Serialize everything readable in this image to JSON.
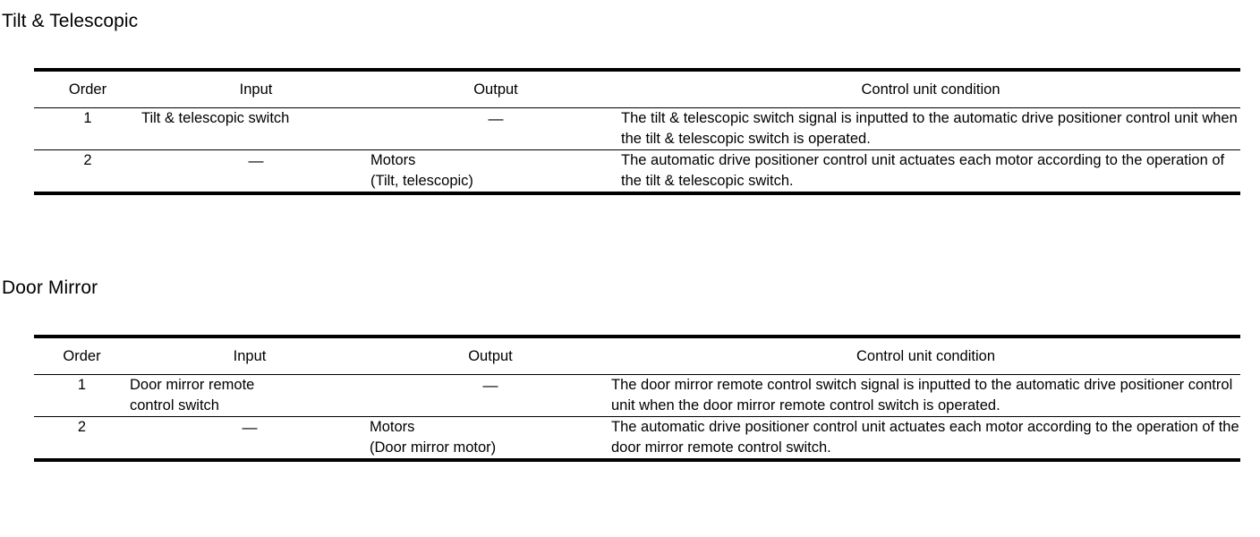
{
  "document": {
    "background_color": "#ffffff",
    "text_color": "#000000"
  },
  "sections": [
    {
      "heading": "Tilt & Telescopic",
      "table": {
        "columns": [
          "Order",
          "Input",
          "Output",
          "Control unit condition"
        ],
        "rows": [
          {
            "order": "1",
            "input": "Tilt & telescopic switch",
            "output": "—",
            "condition": "The tilt & telescopic switch signal is inputted to the automatic drive positioner control unit when the tilt & telescopic switch is operated."
          },
          {
            "order": "2",
            "input": "—",
            "output_line1": "Motors",
            "output_line2": "(Tilt, telescopic)",
            "condition": "The automatic drive positioner control unit actuates each motor according to the operation of the tilt & telescopic switch."
          }
        ]
      }
    },
    {
      "heading": "Door Mirror",
      "table": {
        "columns": [
          "Order",
          "Input",
          "Output",
          "Control unit condition"
        ],
        "rows": [
          {
            "order": "1",
            "input_line1": "Door mirror remote",
            "input_line2": "control switch",
            "output": "—",
            "condition": "The door mirror remote control switch signal is inputted to the automatic drive positioner control unit when the door mirror remote control switch is operated."
          },
          {
            "order": "2",
            "input": "—",
            "output_line1": "Motors",
            "output_line2": "(Door mirror motor)",
            "condition": "The automatic drive positioner control unit actuates each motor according to the operation of the door mirror remote control switch."
          }
        ]
      }
    }
  ]
}
